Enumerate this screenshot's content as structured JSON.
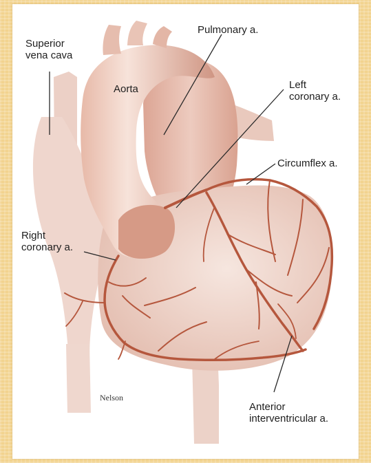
{
  "labels": {
    "superior_vena_cava": [
      "Superior",
      "vena cava"
    ],
    "pulmonary": "Pulmonary a.",
    "aorta": "Aorta",
    "left_coronary": [
      "Left",
      "coronary a."
    ],
    "circumflex": "Circumflex a.",
    "right_coronary": [
      "Right",
      "coronary a."
    ],
    "anterior_interventricular": [
      "Anterior",
      "interventricular a."
    ]
  },
  "signature": "Nelson",
  "colors": {
    "frame": "#f2d38f",
    "tissue": "#e9c8bd",
    "tissue_dark": "#c98e7c",
    "artery": "#b5573d",
    "leader": "#2a2a2a"
  }
}
